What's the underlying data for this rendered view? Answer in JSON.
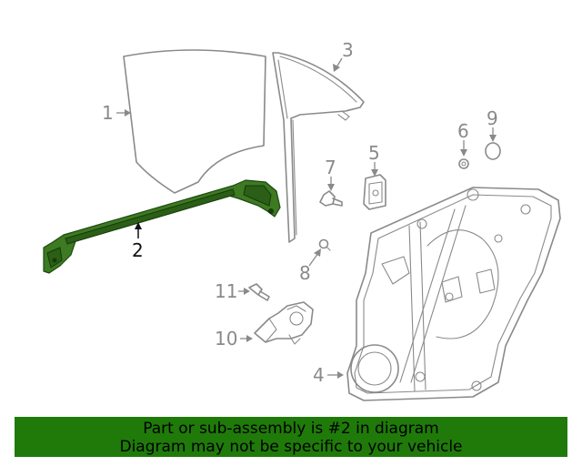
{
  "callouts": {
    "c1": "1",
    "c2": "2",
    "c3": "3",
    "c4": "4",
    "c5": "5",
    "c6": "6",
    "c7": "7",
    "c8": "8",
    "c9": "9",
    "c10": "10",
    "c11": "11"
  },
  "highlight": {
    "part_number": "2",
    "color": "#2f6b1c"
  },
  "banner": {
    "line1": "Part or sub-assembly is #2 in diagram",
    "line2": "Diagram may not be specific to your vehicle",
    "background": "#1f7a0a"
  }
}
